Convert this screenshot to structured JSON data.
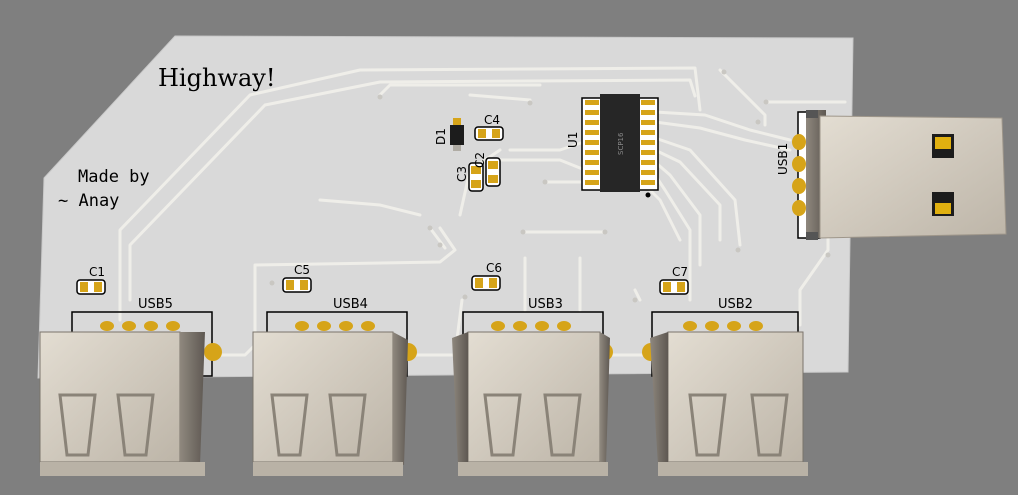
{
  "board": {
    "title": "Highway!",
    "credit_line1": "Made by",
    "credit_line2": "~ Anay"
  },
  "components": {
    "d1": "D1",
    "c1": "C1",
    "c2": "C2",
    "c3": "C3",
    "c4": "C4",
    "c5": "C5",
    "c6": "C6",
    "c7": "C7",
    "u1": "U1",
    "u1_marking": "SCP16",
    "usb1": "USB1",
    "usb2": "USB2",
    "usb3": "USB3",
    "usb4": "USB4",
    "usb5": "USB5"
  },
  "colors": {
    "background": "#7f7f7f",
    "board": "#d9d9d9",
    "trace": "#ecebe6",
    "pad_gold": "#d6a419",
    "connector_metal": "#cfc8bc"
  }
}
